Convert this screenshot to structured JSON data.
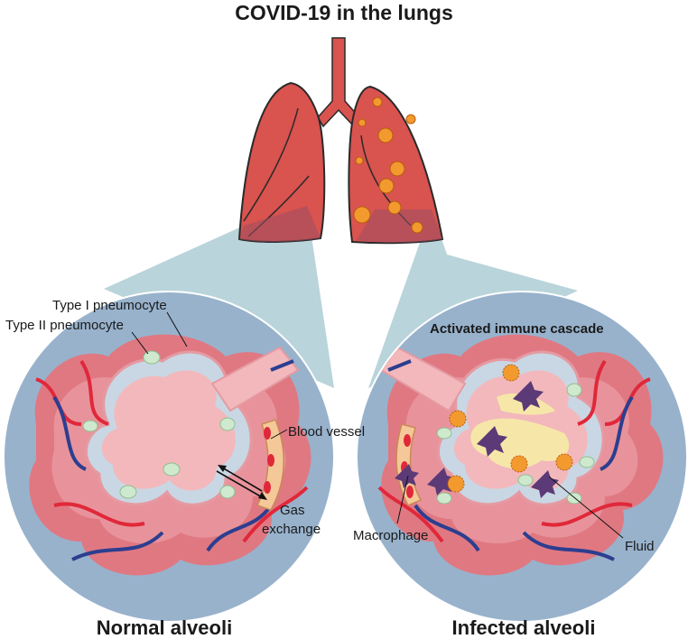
{
  "title": "COVID-19 in the lungs",
  "labels": {
    "type1": "Type I pneumocyte",
    "type2": "Type II pneumocyte",
    "blood_vessel": "Blood vessel",
    "gas": "Gas",
    "exchange": "exchange",
    "activated": "Activated immune cascade",
    "macrophage": "Macrophage",
    "fluid": "Fluid"
  },
  "captions": {
    "normal": "Normal alveoli",
    "infected": "Infected alveoli"
  },
  "colors": {
    "lung": "#d9534f",
    "lung_outline": "#2a2a2a",
    "circle_bg": "#98b2cc",
    "beam": "#b9d4db",
    "alveolus": "#f3b8bb",
    "tissue": "#e07882",
    "artery": "#e0283a",
    "vein": "#2c3e8f",
    "virus": "#f29a2e",
    "macrophage": "#5c3a78",
    "fluid": "#f6e7a8",
    "pneumocyte": "#cfe9cf"
  }
}
